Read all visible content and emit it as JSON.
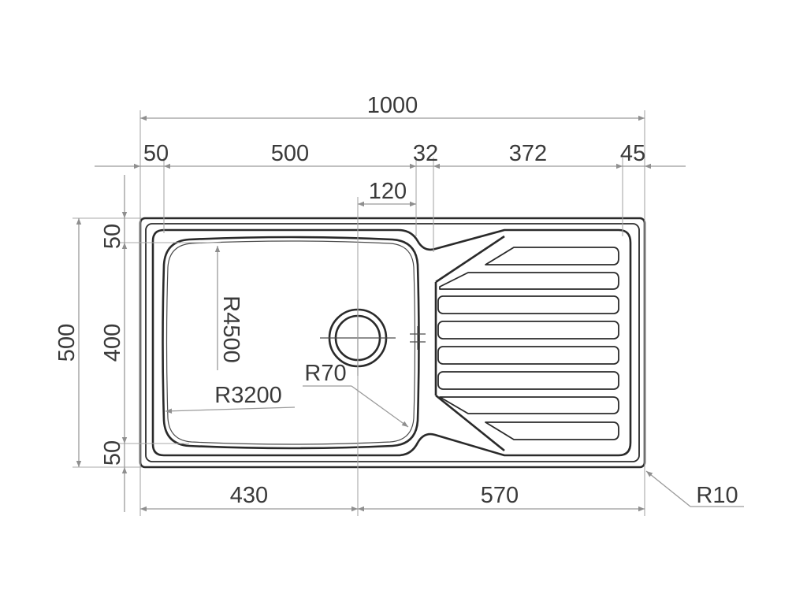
{
  "dimensions": {
    "overall_width": "1000",
    "left_margin": "50",
    "bowl_width": "500",
    "divider": "32",
    "drainer_width": "372",
    "right_margin": "45",
    "waste_offset": "120",
    "overall_depth": "500",
    "top_margin": "50",
    "bowl_depth": "400",
    "bottom_margin": "50",
    "waste_center_left": "430",
    "waste_center_right": "570"
  },
  "radii": {
    "bowl_side": "R4500",
    "bowl_bottom": "R3200",
    "waste": "R70",
    "corner": "R10"
  }
}
